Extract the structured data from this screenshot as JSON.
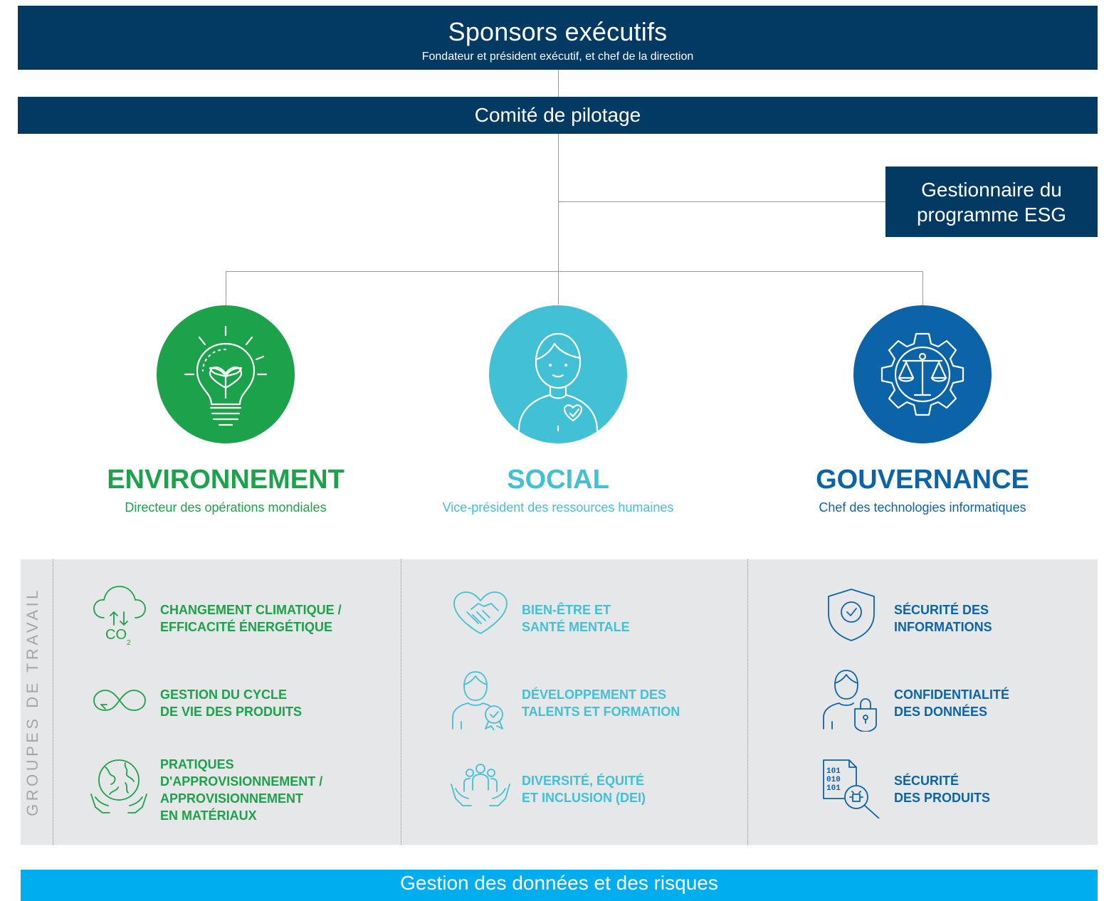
{
  "executive": {
    "title": "Sponsors exécutifs",
    "subtitle": "Fondateur et président exécutif, et chef de la direction"
  },
  "steering": {
    "title": "Comité de pilotage"
  },
  "esg_manager": {
    "line1": "Gestionnaire du",
    "line2": "programme ESG"
  },
  "colors": {
    "navy": "#023a63",
    "green": "#1ba24a",
    "teal": "#41c0d6",
    "blue": "#0b64a8",
    "cyan": "#00aeef",
    "grey_panel": "#e6e7e9"
  },
  "pillars": [
    {
      "title": "ENVIRONNEMENT",
      "subtitle": "Directeur des opérations mondiales",
      "icon": "lightbulb-plant-icon"
    },
    {
      "title": "SOCIAL",
      "subtitle": "Vice-président des ressources humaines",
      "icon": "person-heart-icon"
    },
    {
      "title": "GOUVERNANCE",
      "subtitle": "Chef des technologies informatiques",
      "icon": "gear-scales-icon"
    }
  ],
  "working_groups": {
    "label": "GROUPES DE TRAVAIL",
    "environment": [
      {
        "lines": [
          "CHANGEMENT CLIMATIQUE /",
          "EFFICACITÉ ÉNERGÉTIQUE"
        ],
        "icon": "cloud-co2-icon"
      },
      {
        "lines": [
          "GESTION DU CYCLE",
          "DE VIE DES PRODUITS"
        ],
        "icon": "infinity-cycle-icon"
      },
      {
        "lines": [
          "PRATIQUES",
          "D'APPROVISIONNEMENT /",
          "APPROVISIONNEMENT",
          "EN MATÉRIAUX"
        ],
        "icon": "globe-hands-icon"
      }
    ],
    "social": [
      {
        "lines": [
          "BIEN-ÊTRE ET",
          "SANTÉ MENTALE"
        ],
        "icon": "heart-handshake-icon"
      },
      {
        "lines": [
          "DÉVELOPPEMENT DES",
          "TALENTS ET FORMATION"
        ],
        "icon": "person-badge-icon"
      },
      {
        "lines": [
          "DIVERSITÉ, ÉQUITÉ",
          "ET INCLUSION (DEI)"
        ],
        "icon": "people-hands-icon"
      }
    ],
    "governance": [
      {
        "lines": [
          "SÉCURITÉ DES",
          "INFORMATIONS"
        ],
        "icon": "shield-check-icon"
      },
      {
        "lines": [
          "CONFIDENTIALITÉ",
          "DES DONNÉES"
        ],
        "icon": "person-lock-icon"
      },
      {
        "lines": [
          "SÉCURITÉ",
          "DES PRODUITS"
        ],
        "icon": "binary-bug-search-icon"
      }
    ]
  },
  "bottom": {
    "title": "Gestion des données et des risques"
  }
}
